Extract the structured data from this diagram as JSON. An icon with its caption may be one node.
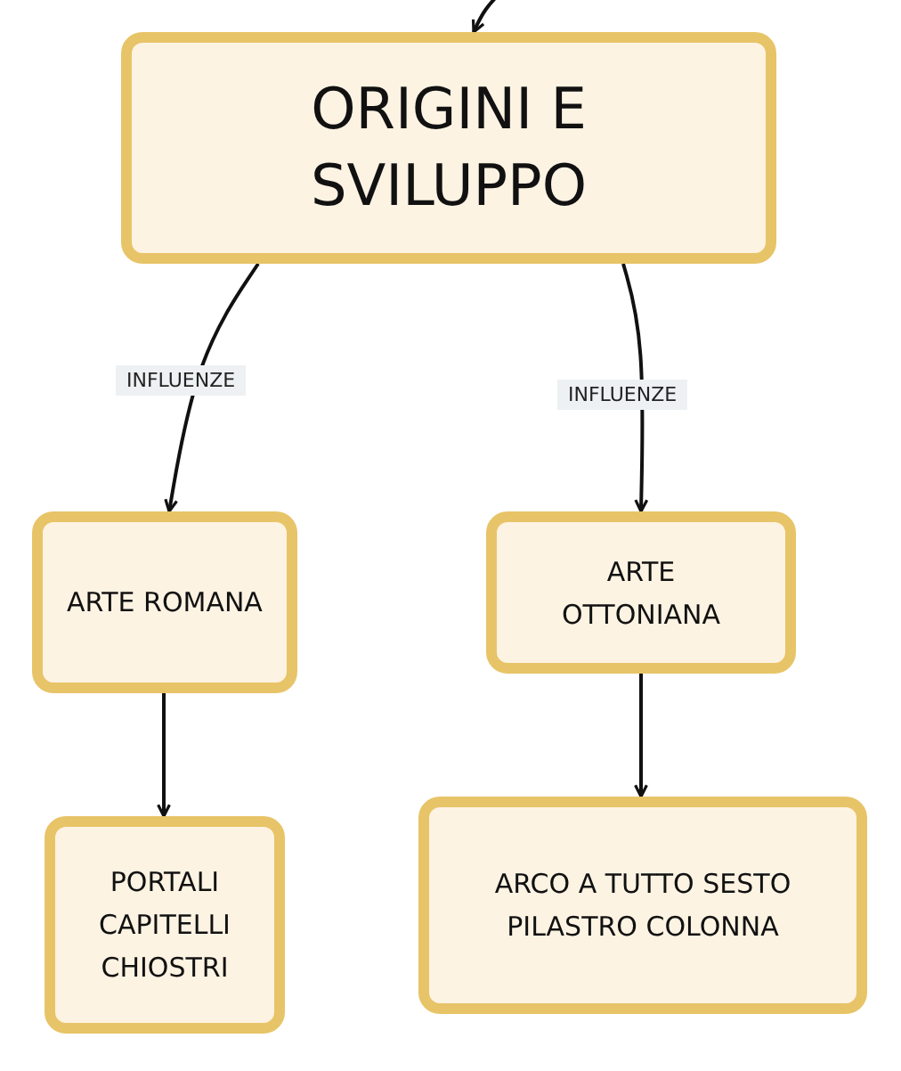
{
  "diagram": {
    "nodes": [
      {
        "text": [
          "ORIGINI E SVILUPPO"
        ]
      },
      {
        "text": [
          "ARTE ROMANA"
        ]
      },
      {
        "text": [
          "ARTE OTTONIANA"
        ]
      },
      {
        "text": [
          "PORTALI CAPITELLI CHIOSTRI"
        ]
      },
      {
        "text": [
          "ARCO A TUTTO SESTO PILASTRO COLONNA"
        ]
      }
    ],
    "edges": [
      {
        "from": null,
        "to": 0,
        "arrow": "to"
      },
      {
        "from": 0,
        "to": 1,
        "arrow": "to",
        "label": "INFLUENZE"
      },
      {
        "from": 0,
        "to": 2,
        "arrow": "to",
        "label": "INFLUENZE"
      },
      {
        "from": 1,
        "to": 3,
        "arrow": "to"
      },
      {
        "from": 2,
        "to": 4,
        "arrow": "to"
      }
    ]
  }
}
